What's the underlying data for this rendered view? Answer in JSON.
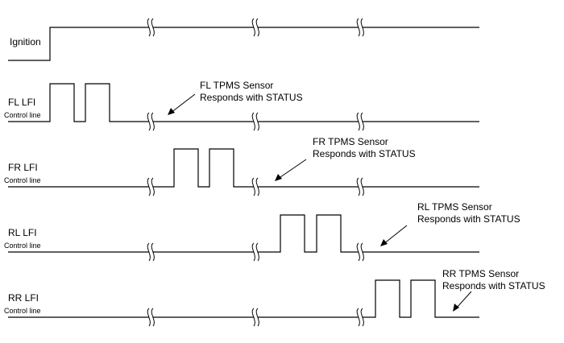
{
  "signals": [
    {
      "id": "ignition",
      "label": "Ignition",
      "sublabel": ""
    },
    {
      "id": "fl",
      "label": "FL LFI",
      "sublabel": "Control line"
    },
    {
      "id": "fr",
      "label": "FR LFI",
      "sublabel": "Control line"
    },
    {
      "id": "rl",
      "label": "RL LFI",
      "sublabel": "Control line"
    },
    {
      "id": "rr",
      "label": "RR LFI",
      "sublabel": "Control line"
    }
  ],
  "annotations": [
    {
      "id": "fl",
      "line1": "FL TPMS Sensor",
      "line2": "Responds with STATUS"
    },
    {
      "id": "fr",
      "line1": "FR TPMS Sensor",
      "line2": "Responds with STATUS"
    },
    {
      "id": "rl",
      "line1": "RL TPMS Sensor",
      "line2": "Responds with STATUS"
    },
    {
      "id": "rr",
      "line1": "RR TPMS Sensor",
      "line2": "Responds with STATUS"
    }
  ],
  "colors": {
    "line": "#000000",
    "background": "#ffffff"
  }
}
